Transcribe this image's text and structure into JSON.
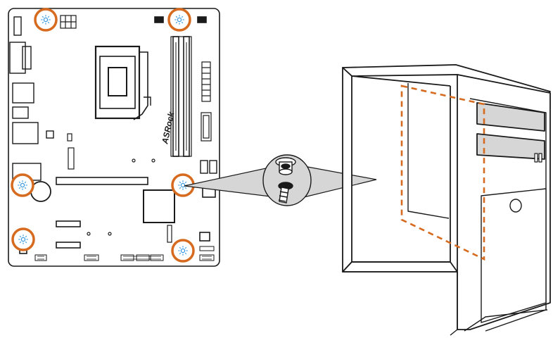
{
  "figure": {
    "brand_label": "ASRock",
    "standoff_points": [
      "top-left",
      "top-center",
      "left-middle",
      "right-middle",
      "bottom-left",
      "bottom-center"
    ],
    "highlight_color": "#D66B1F",
    "screw_hole_color": "#3A9BE0",
    "line_color": "#1A1A1A",
    "callout_fill": "#D6D6D6"
  }
}
